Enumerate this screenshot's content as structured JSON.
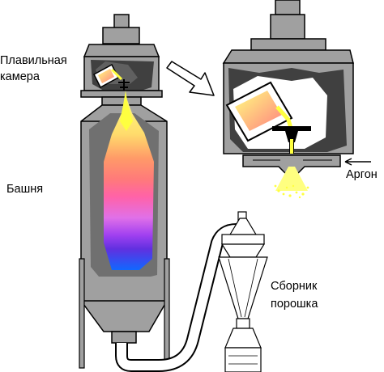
{
  "labels": {
    "melting_chamber_line1": "Плавильная",
    "melting_chamber_line2": "камера",
    "tower": "Башня",
    "argon": "Аргон",
    "collector_line1": "Сборник",
    "collector_line2": "порошка"
  },
  "colors": {
    "metal_body": "#a0a0a0",
    "metal_dark": "#808080",
    "chamber_dark": "#404040",
    "outline": "#000000",
    "spray_yellow": "#ffff40",
    "gradient_stops": [
      "#ffff80",
      "#ffd860",
      "#ff9c60",
      "#ff7878",
      "#ff60a0",
      "#e070e0",
      "#a040f0",
      "#6030e0",
      "#1060ff"
    ]
  },
  "icons": [
    "zoom-arrow-icon",
    "argon-arrow-icon"
  ]
}
